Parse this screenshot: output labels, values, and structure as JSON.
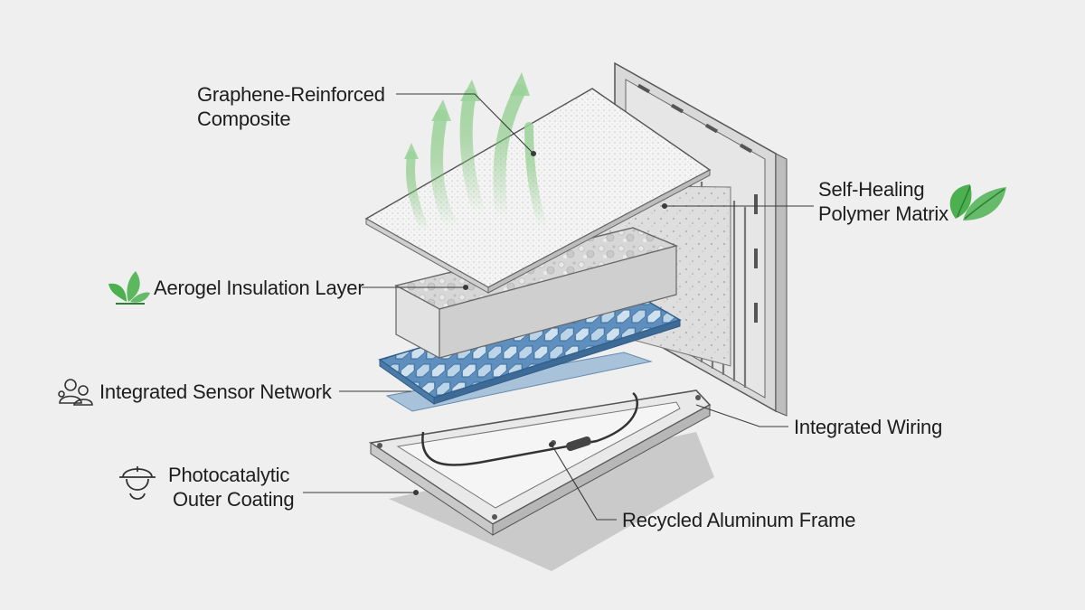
{
  "labels": {
    "graphene": {
      "line1": "Graphene-Reinforced",
      "line2": "Composite"
    },
    "self_healing": {
      "line1": "Self-Healing",
      "line2": "Polymer Matrix"
    },
    "aerogel": "Aerogel Insulation Layer",
    "sensor": "Integrated Sensor Network",
    "wiring": "Integrated Wiring",
    "photocatalytic": {
      "line1": "Photocatalytic",
      "line2": "Outer Coating"
    },
    "aluminum": "Recycled Aluminum Frame"
  },
  "icons": {
    "leaf_pair": "leaf-pair-icon",
    "leaf_sprout": "leaf-sprout-icon",
    "people_network": "people-network-icon",
    "hard_hat": "hard-hat-worker-icon"
  },
  "colors": {
    "background": "#efefef",
    "leader_line": "#3a3a3a",
    "green_accent": "#4caf50",
    "sensor_blue": "#6e9cc3",
    "shadow": "#bdbdbd"
  }
}
